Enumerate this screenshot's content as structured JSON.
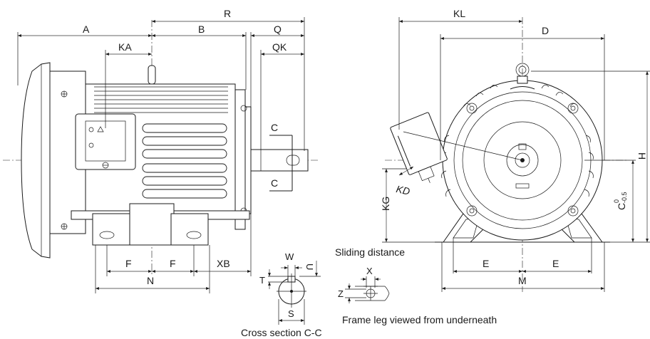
{
  "side_view": {
    "dim_a": "A",
    "dim_r": "R",
    "dim_b": "B",
    "dim_q": "Q",
    "dim_ka": "KA",
    "dim_qk": "QK",
    "dim_c_top": "C",
    "dim_c_bottom": "C",
    "dim_f_left": "F",
    "dim_f_right": "F",
    "dim_xb": "XB",
    "dim_n": "N"
  },
  "front_view": {
    "dim_kl": "KL",
    "dim_d": "D",
    "dim_h": "H",
    "dim_kg": "KG",
    "dim_kd": "KD",
    "dim_c_tol": "C",
    "dim_c_tol_sup": "0",
    "dim_c_tol_sub": "-0.5",
    "dim_e_left": "E",
    "dim_e_right": "E",
    "dim_m": "M"
  },
  "shaft_section": {
    "dim_w": "W",
    "dim_u": "U",
    "dim_t": "T",
    "dim_s": "S",
    "caption": "Cross section C-C"
  },
  "frame_leg": {
    "dim_x": "X",
    "dim_z": "Z",
    "sliding_label": "Sliding distance",
    "caption": "Frame leg viewed from underneath"
  }
}
